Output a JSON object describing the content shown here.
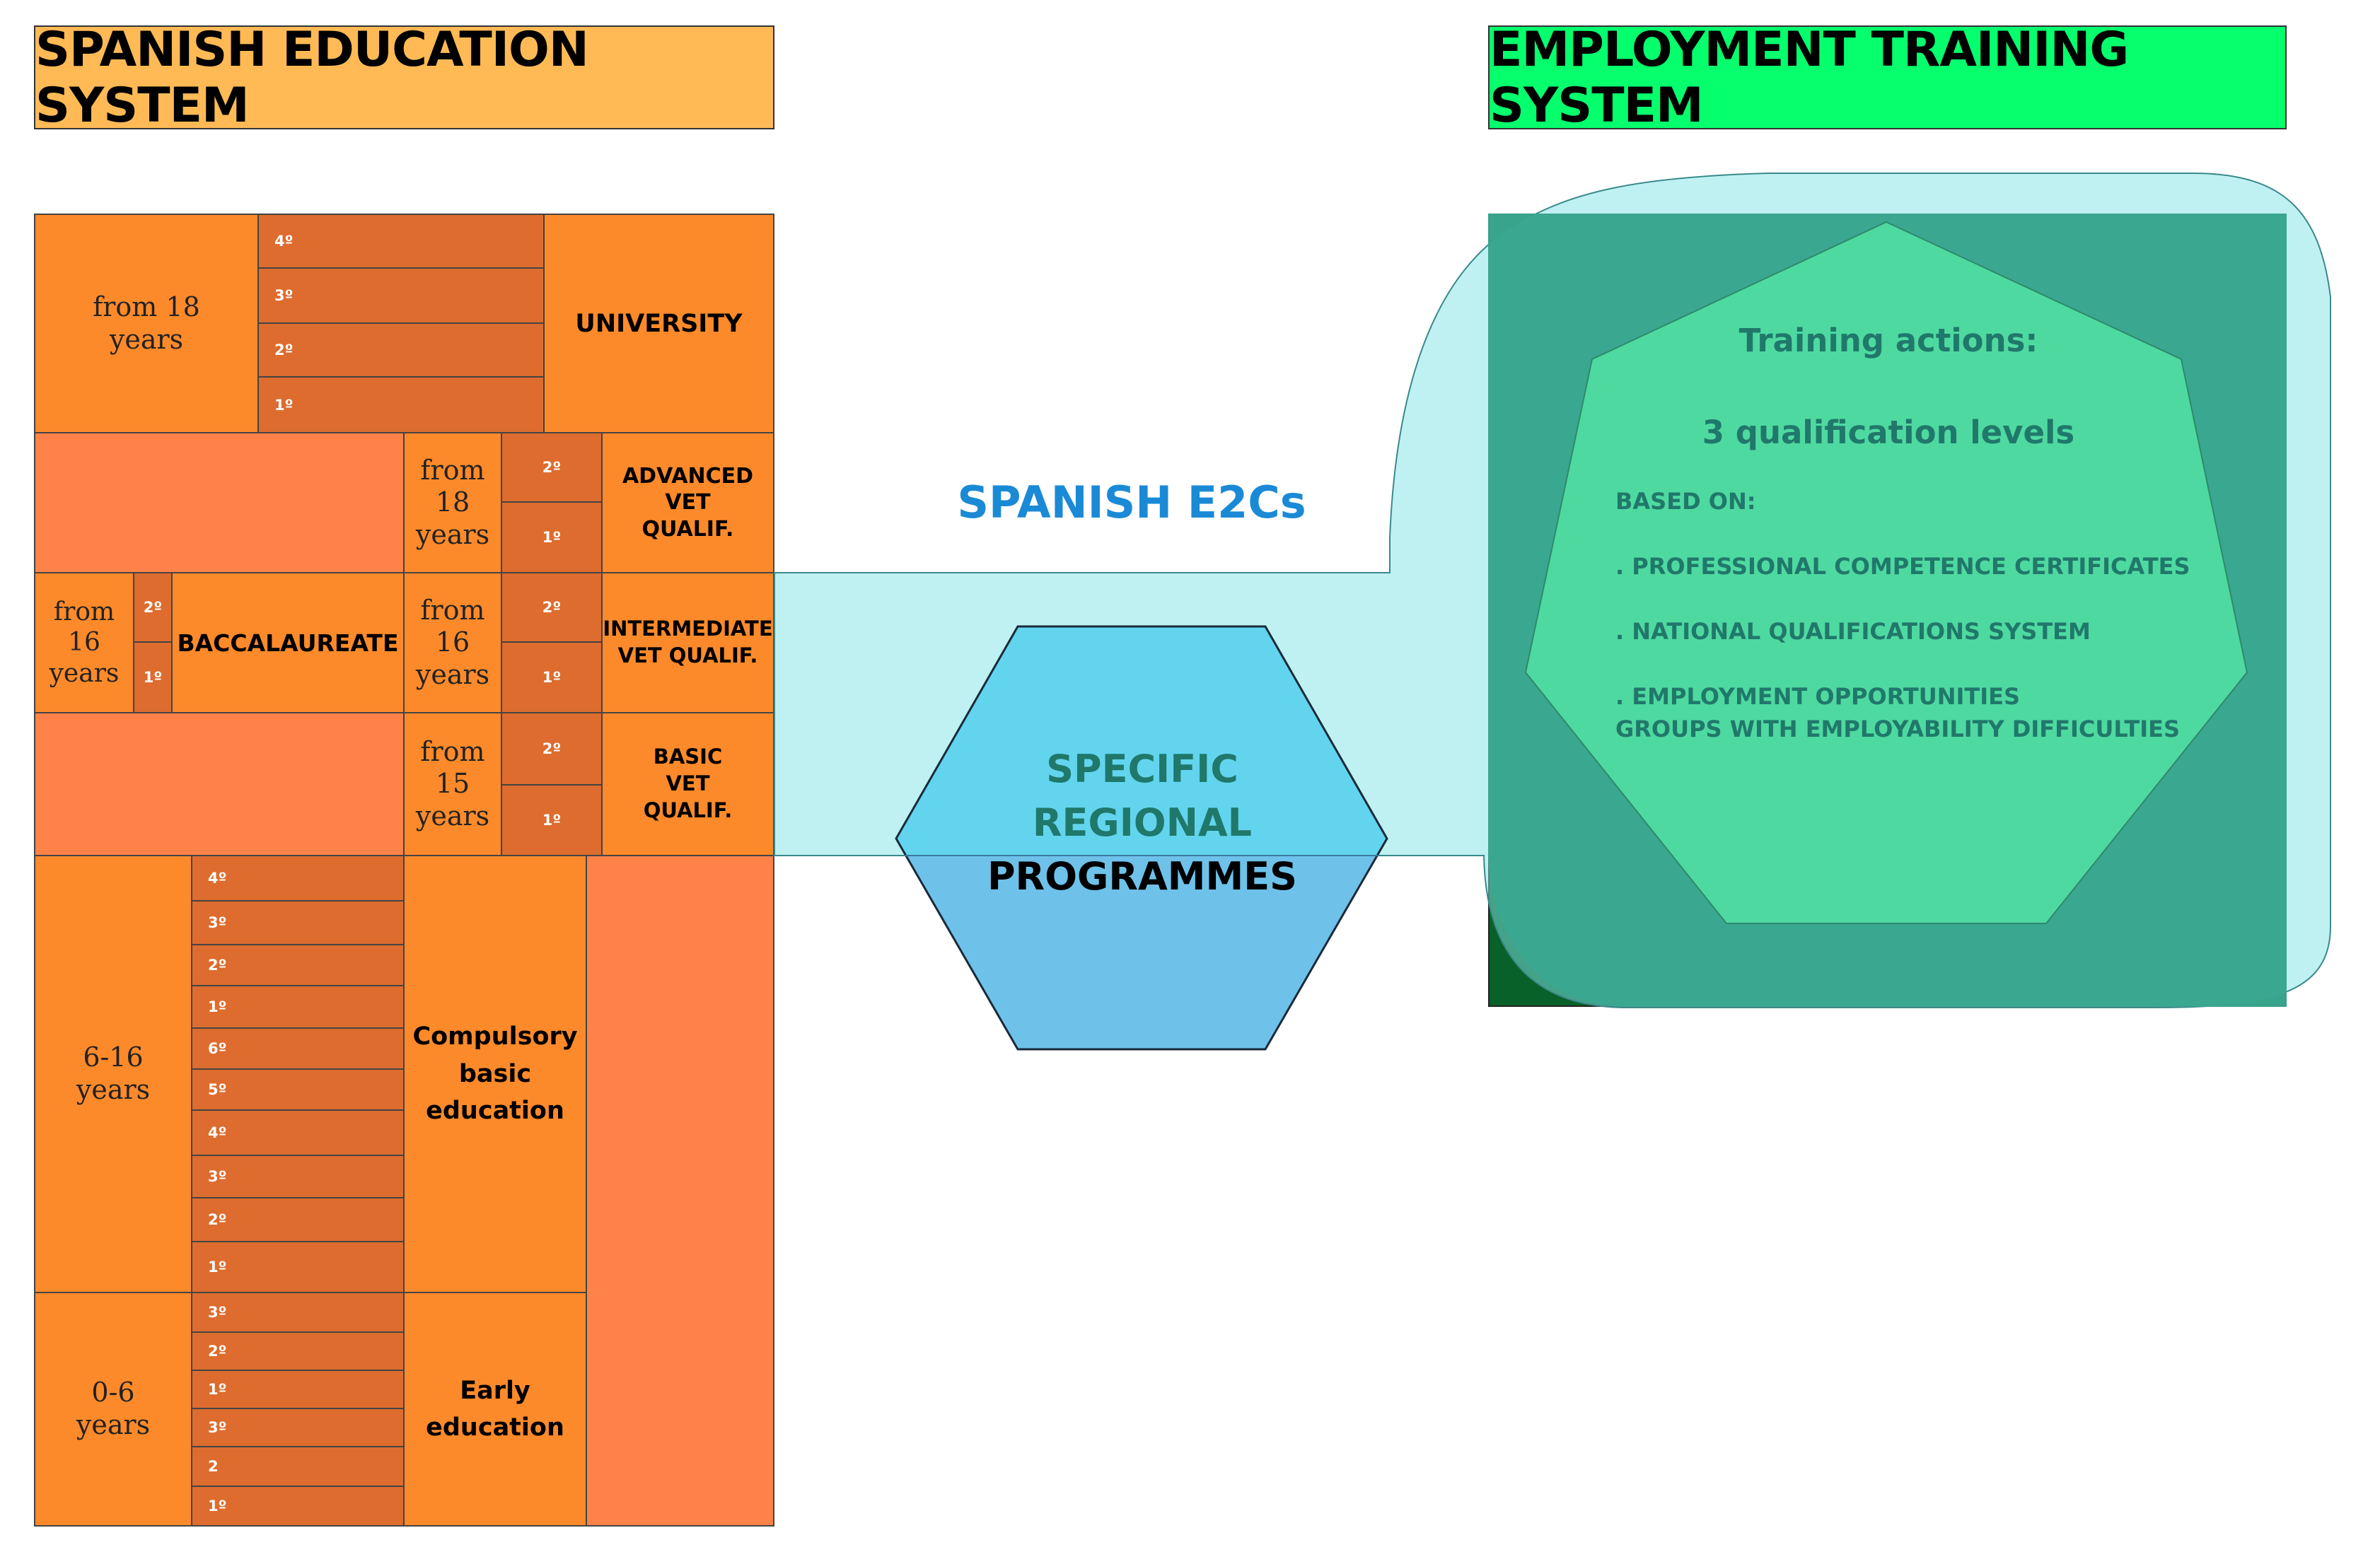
{
  "titles": {
    "education": "SPANISH EDUCATION SYSTEM",
    "employment": "EMPLOYMENT TRAINING SYSTEM"
  },
  "university": {
    "age": "from 18 years",
    "label": "UNIVERSITY",
    "years": [
      "4º",
      "3º",
      "2º",
      "1º"
    ]
  },
  "advanced_vet": {
    "age": "from 18 years",
    "label": "ADVANCED VET QUALIF.",
    "years": [
      "2º",
      "1º"
    ]
  },
  "baccalaureate": {
    "age": "from 16 years",
    "label": "BACCALAUREATE",
    "years": [
      "2º",
      "1º"
    ]
  },
  "intermediate_vet": {
    "age": "from 16 years",
    "label": "INTERMEDIATE VET QUALIF.",
    "years": [
      "2º",
      "1º"
    ]
  },
  "basic_vet": {
    "age": "from 15 years",
    "label": "BASIC VET QUALIF.",
    "years": [
      "2º",
      "1º"
    ]
  },
  "compulsory": {
    "age": "6-16 years",
    "label": "Compulsory basic education",
    "years": [
      "4º",
      "3º",
      "2º",
      "1º",
      "6º",
      "5º",
      "4º",
      "3º",
      "2º",
      "1º"
    ]
  },
  "early": {
    "age": "0-6 years",
    "label": "Early education",
    "years": [
      "3º",
      "2º",
      "1º",
      "3º",
      "2",
      "1º"
    ]
  },
  "e2c": {
    "heading": "SPANISH E2Cs",
    "programme_line1": "SPECIFIC",
    "programme_line2": "REGIONAL",
    "programme_line3": "PROGRAMMES"
  },
  "training": {
    "heading": "Training actions:",
    "levels": "3 qualification levels",
    "based_on": "BASED ON:",
    "item1": ". PROFESSIONAL COMPETENCE  CERTIFICATES",
    "item2": ". NATIONAL QUALIFICATIONS SYSTEM",
    "item3a": ". EMPLOYMENT OPPORTUNITIES",
    "item3b": "GROUPS WITH EMPLOYABILITY DIFFICULTIES"
  },
  "colors": {
    "edu_title_bg": "#ffba55",
    "emp_title_bg": "#05ff6d",
    "orange_main": "#fd8a2a",
    "orange_dark": "#dd6c2e",
    "orange_light": "#ff8249",
    "cyan_band": "#a6eef0",
    "hexagon_top": "#62d4ee",
    "hexagon_bottom": "#6ec2ea",
    "dark_green": "#09612a",
    "teal_blob": "#3aa890",
    "heptagon": "#4ed9a0",
    "e2c_blue": "#1a8ad6",
    "teal_text": "#20786a"
  }
}
